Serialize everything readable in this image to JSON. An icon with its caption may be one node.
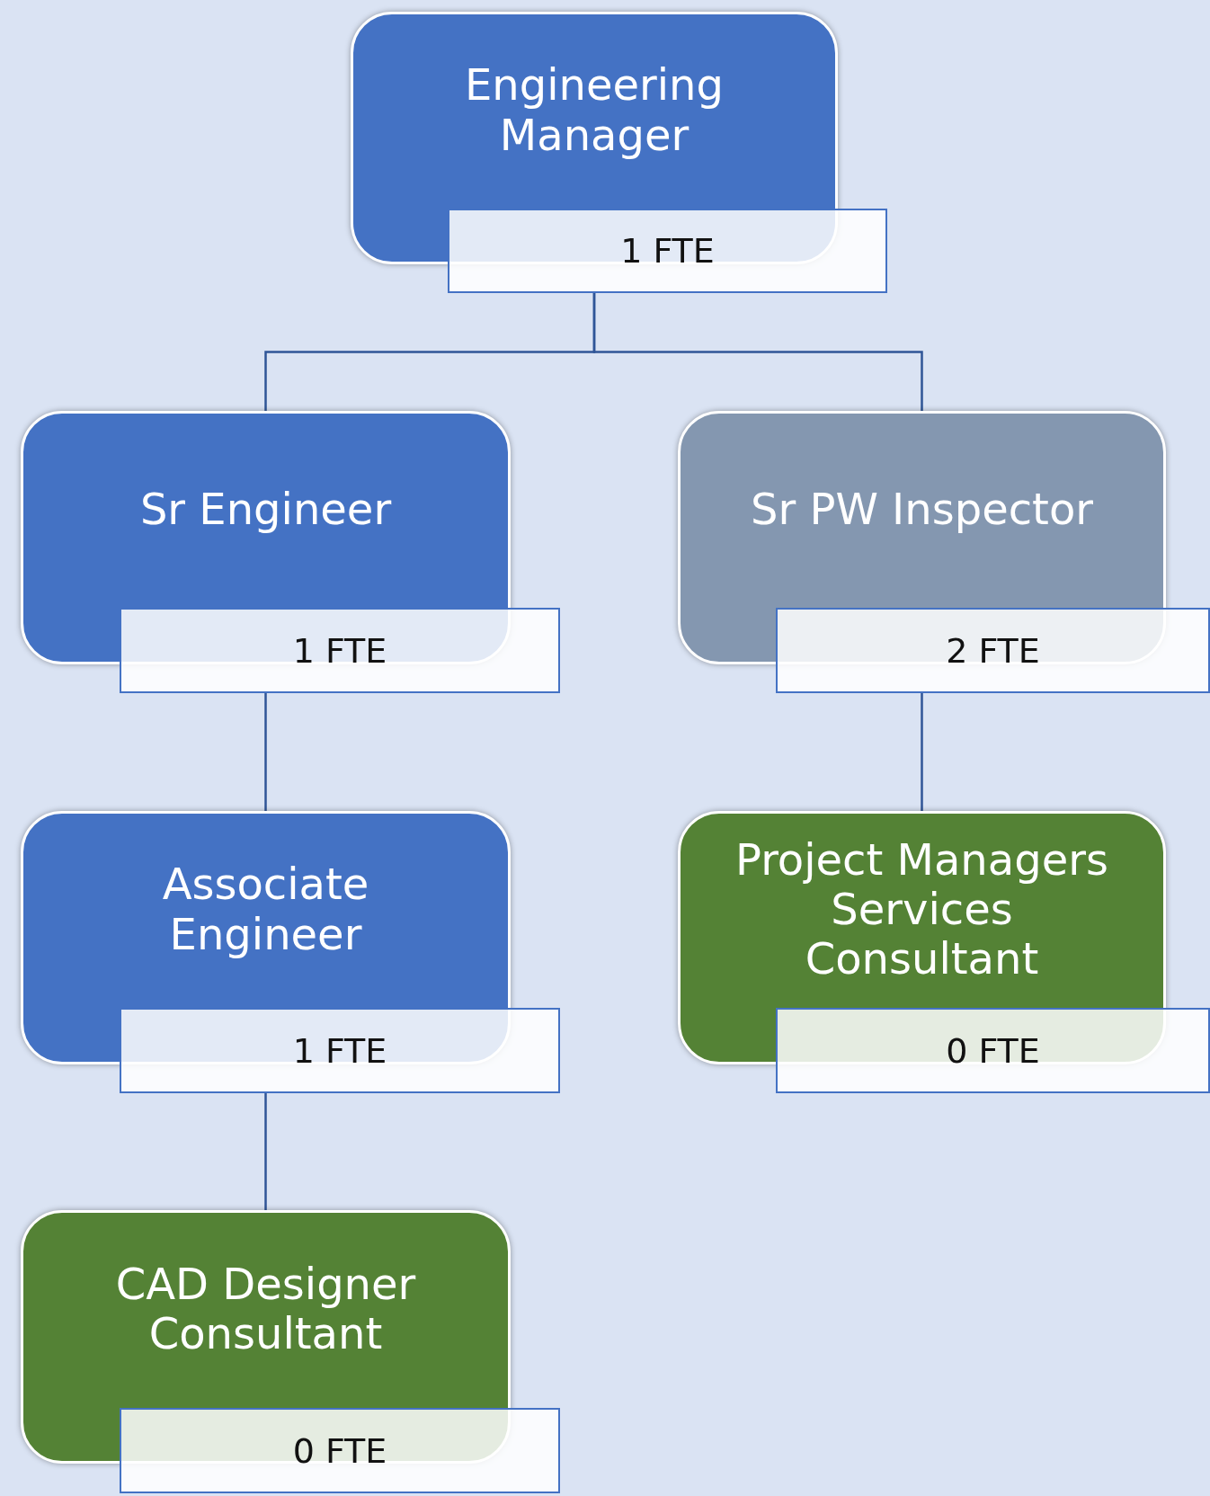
{
  "diagram": {
    "nodes": [
      {
        "text": [
          "Engineering Manager",
          "1 FTE"
        ]
      },
      {
        "text": [
          "Sr Engineer",
          "1 FTE"
        ]
      },
      {
        "text": [
          "Sr PW Inspector",
          "2 FTE"
        ]
      },
      {
        "text": [
          "Associate Engineer",
          "1 FTE"
        ]
      },
      {
        "text": [
          "Project Managers Services Consultant",
          "0 FTE"
        ]
      },
      {
        "text": [
          "CAD Designer Consultant",
          "0 FTE"
        ]
      }
    ],
    "edges": [
      {
        "from": 0,
        "to": 1,
        "arrow": "none"
      },
      {
        "from": 0,
        "to": 2,
        "arrow": "none"
      },
      {
        "from": 1,
        "to": 3,
        "arrow": "none"
      },
      {
        "from": 2,
        "to": 4,
        "arrow": "none"
      },
      {
        "from": 3,
        "to": 5,
        "arrow": "none"
      }
    ]
  }
}
